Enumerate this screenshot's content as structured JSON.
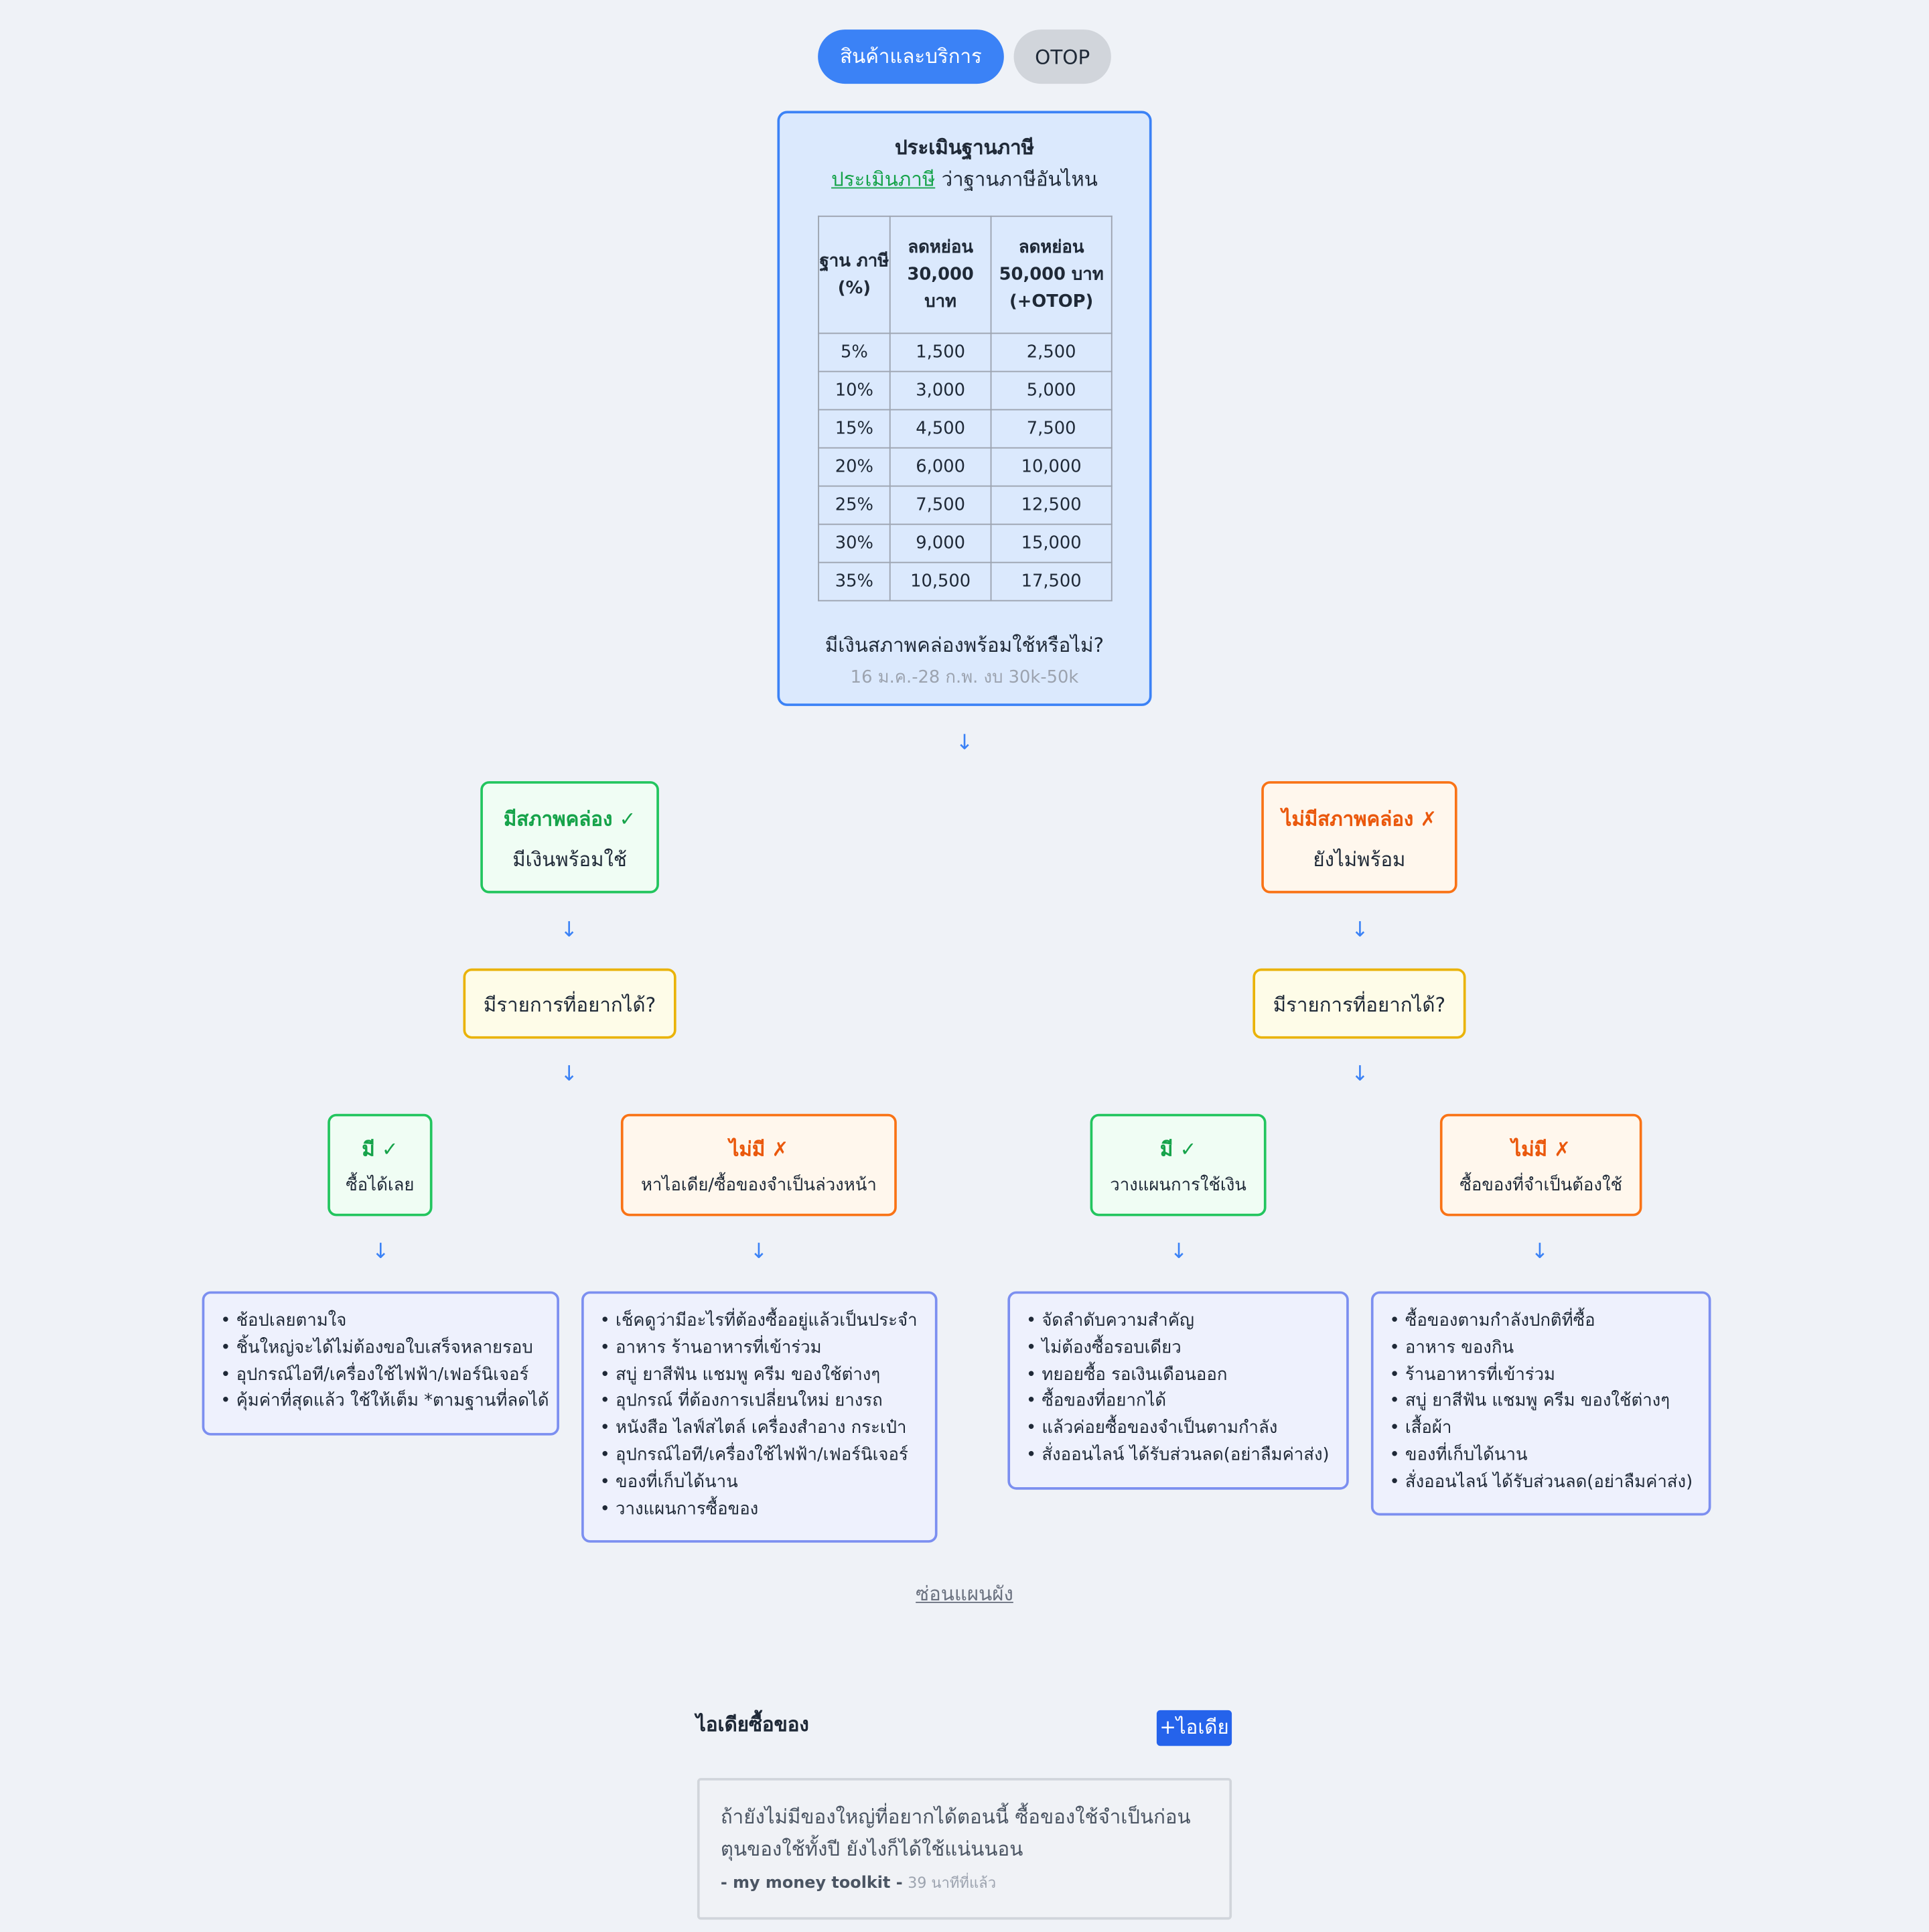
{
  "tabs": [
    {
      "label": "สินค้าและบริการ",
      "active": true
    },
    {
      "label": "OTOP",
      "active": false
    }
  ],
  "assessment": {
    "title": "ประเมินฐานภาษี",
    "subtitle_link": "ประเมินภาษี",
    "subtitle_rest": " ว่าฐานภาษีอันไหน",
    "table": {
      "headers": [
        "ฐาน ภาษี (%)",
        "ลดหย่อน 30,000 บาท",
        "ลดหย่อน 50,000 บาท (+OTOP)"
      ],
      "rows": [
        [
          "5%",
          "1,500",
          "2,500"
        ],
        [
          "10%",
          "3,000",
          "5,000"
        ],
        [
          "15%",
          "4,500",
          "7,500"
        ],
        [
          "20%",
          "6,000",
          "10,000"
        ],
        [
          "25%",
          "7,500",
          "12,500"
        ],
        [
          "30%",
          "9,000",
          "15,000"
        ],
        [
          "35%",
          "10,500",
          "17,500"
        ]
      ]
    },
    "question": "มีเงินสภาพคล่องพร้อมใช้หรือไม่?",
    "note": "16 ม.ค.-28 ก.พ. งบ 30k-50k"
  },
  "flow": {
    "liquid": {
      "title": "มีสภาพคล่อง ✓",
      "subtitle": "มีเงินพร้อมใช้"
    },
    "not_liquid": {
      "title": "ไม่มีสภาพคล่อง ✗",
      "subtitle": "ยังไม่พร้อม"
    },
    "wish_question_left": "มีรายการที่อยากได้?",
    "wish_question_right": "มีรายการที่อยากได้?",
    "leaf1": {
      "title": "มี ✓",
      "subtitle": "ซื้อได้เลย",
      "items": [
        "ช้อปเลยตามใจ",
        "ชิ้นใหญ่จะได้ไม่ต้องขอใบเสร็จหลายรอบ",
        "อุปกรณ์ไอที/เครื่องใช้ไฟฟ้า/เฟอร์นิเจอร์",
        "คุ้มค่าที่สุดแล้ว ใช้ให้เต็ม *ตามฐานที่ลดได้"
      ]
    },
    "leaf2": {
      "title": "ไม่มี ✗",
      "subtitle": "หาไอเดีย/ซื้อของจำเป็นล่วงหน้า",
      "items": [
        "เช็คดูว่ามีอะไรที่ต้องซื้ออยู่แล้วเป็นประจำ",
        "อาหาร ร้านอาหารที่เข้าร่วม",
        "สบู่ ยาสีฟัน แชมพู ครีม ของใช้ต่างๆ",
        "อุปกรณ์ ที่ต้องการเปลี่ยนใหม่ ยางรถ",
        "หนังสือ ไลฟ์สไตล์ เครื่องสำอาง กระเป๋า",
        "อุปกรณ์ไอที/เครื่องใช้ไฟฟ้า/เฟอร์นิเจอร์",
        "ของที่เก็บได้นาน",
        "วางแผนการซื้อของ"
      ]
    },
    "leaf3": {
      "title": "มี ✓",
      "subtitle": "วางแผนการใช้เงิน",
      "items": [
        "จัดลำดับความสำคัญ",
        "ไม่ต้องซื้อรอบเดียว",
        "ทยอยซื้อ รอเงินเดือนออก",
        "ซื้อของที่อยากได้",
        "แล้วค่อยซื้อของจำเป็นตามกำลัง",
        "สั่งออนไลน์ ได้รับส่วนลด(อย่าลืมค่าส่ง)"
      ]
    },
    "leaf4": {
      "title": "ไม่มี ✗",
      "subtitle": "ซื้อของที่จำเป็นต้องใช้",
      "items": [
        "ซื้อของตามกำลังปกติที่ซื้อ",
        "อาหาร ของกิน",
        "ร้านอาหารที่เข้าร่วม",
        "สบู่ ยาสีฟัน แชมพู ครีม ของใช้ต่างๆ",
        "เสื้อผ้า",
        "ของที่เก็บได้นาน",
        "สั่งออนไลน์ ได้รับส่วนลด(อย่าลืมค่าส่ง)"
      ]
    },
    "arrow_glyph": "↓"
  },
  "hide_link": "ซ่อนแผนผัง",
  "ideas": {
    "title": "ไอเดียซื้อของ",
    "add_button": "+ไอเดีย",
    "cards": [
      {
        "text": "ถ้ายังไม่มีของใหญ่ที่อยากได้ตอนนี้ ซื้อของใช้จำเป็นก่อน ตุนของใช้ทั้งปี ยังไงก็ได้ใช้แน่นนอน",
        "author": "- my money toolkit -",
        "time": "39 นาทีที่แล้ว"
      }
    ]
  },
  "colors": {
    "primary": "#3b82f6",
    "success": "#22c55e",
    "warning_orange": "#f97316",
    "question_yellow": "#eab308",
    "list_border": "#7c8ff0",
    "link_green": "#16a34a"
  }
}
